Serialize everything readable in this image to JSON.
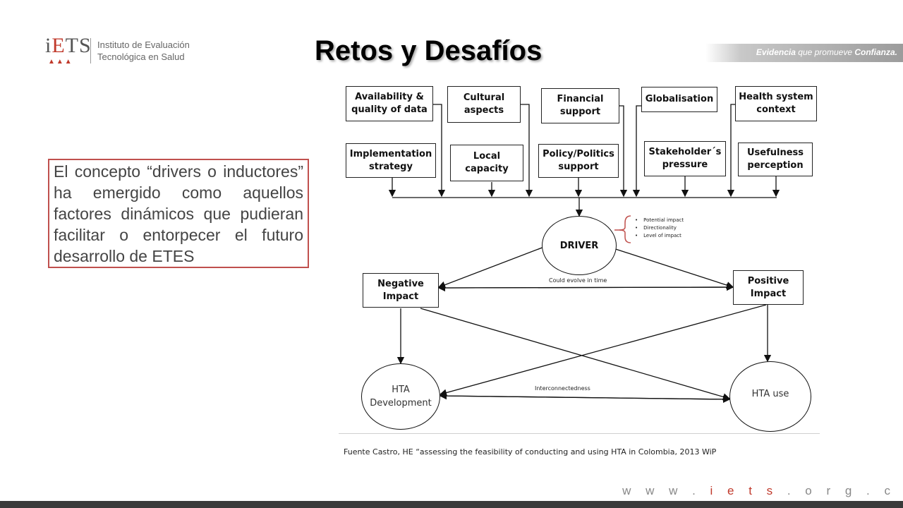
{
  "logo": {
    "mark": "iETS",
    "name_line1": "Instituto de Evaluación",
    "name_line2": "Tecnológica en Salud"
  },
  "title": "Retos y Desafíos",
  "tagline": {
    "part1": "Evidencia",
    "part2": " que promueve ",
    "part3": "Confianza."
  },
  "quote": "El concepto “drivers o inductores” ha emergido como aquellos factores dinámicos que pudieran facilitar o entorpecer el futuro desarrollo de ETES",
  "diagram": {
    "top_row": [
      "Availability & quality of data",
      "Cultural aspects",
      "Financial support",
      "Globalisation",
      "Health system context"
    ],
    "second_row": [
      "Implementation strategy",
      "Local capacity",
      "Policy/Politics support",
      "Stakeholder´s pressure",
      "Usefulness perception"
    ],
    "driver": "DRIVER",
    "driver_attributes": [
      "Potential impact",
      "Directionality",
      "Level of impact"
    ],
    "negative": "Negative Impact",
    "positive": "Positive Impact",
    "evolve_label": "Could evolve in time",
    "hta_development": "HTA Development",
    "hta_use": "HTA use",
    "interconnect_label": "Interconnectedness"
  },
  "source": "Fuente Castro, HE “assessing the feasibility of conducting and using HTA in Colombia, 2013 WiP",
  "footer": {
    "url_prefix": "w w w . ",
    "url_brand": "i e t s",
    "url_suffix": " . o r g . c"
  },
  "colors": {
    "accent": "#c0392b",
    "box_border": "#c0504d",
    "footer_bar": "#3a3a3a"
  }
}
